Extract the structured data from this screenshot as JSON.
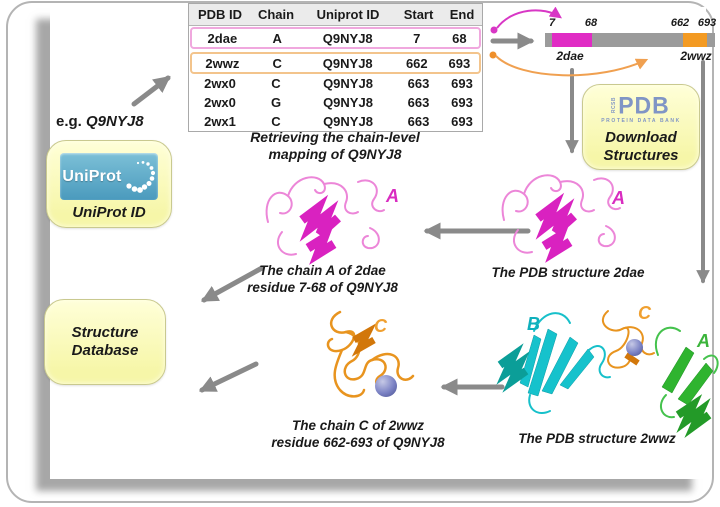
{
  "mapping_table": {
    "headers": [
      "PDB ID",
      "Chain",
      "Uniprot ID",
      "Start",
      "End"
    ],
    "rows": [
      [
        "2dae",
        "A",
        "Q9NYJ8",
        "7",
        "68"
      ],
      [
        "2wwz",
        "C",
        "Q9NYJ8",
        "662",
        "693"
      ],
      [
        "2wx0",
        "C",
        "Q9NYJ8",
        "663",
        "693"
      ],
      [
        "2wx0",
        "G",
        "Q9NYJ8",
        "663",
        "693"
      ],
      [
        "2wx1",
        "C",
        "Q9NYJ8",
        "663",
        "693"
      ]
    ],
    "caption_line1": "Retrieving the chain-level",
    "caption_line2": "mapping of Q9NYJ8"
  },
  "uniprot": {
    "example_prefix": "e.g.",
    "accession": "Q9NYJ8",
    "logo_text": "UniProt",
    "box_label": "UniProt ID"
  },
  "pdb_box": {
    "logo_side": "RCSB",
    "logo_text": "PDB",
    "logo_subtext": "PROTEIN DATA BANK",
    "label_line1": "Download",
    "label_line2": "Structures"
  },
  "sequence_bar": {
    "tick_start1": "7",
    "tick_end1": "68",
    "tick_start2": "662",
    "tick_end2": "693",
    "region1_label": "2dae",
    "region2_label": "2wwz"
  },
  "structures": {
    "pdb_2dae": {
      "chain_label": "A",
      "caption": "The PDB structure 2dae"
    },
    "chain_a_2dae": {
      "chain_label": "A",
      "caption_line1": "The chain A of 2dae",
      "caption_line2": "residue 7-68 of Q9NYJ8"
    },
    "pdb_2wwz": {
      "chain_label_b": "B",
      "chain_label_c": "C",
      "chain_label_a": "A",
      "caption": "The PDB structure 2wwz"
    },
    "chain_c_2wwz": {
      "chain_label": "C",
      "caption_line1": "The chain C of 2wwz",
      "caption_line2": "residue 662-693 of Q9NYJ8"
    }
  },
  "database_box": {
    "label_line1": "Structure",
    "label_line2": "Database"
  },
  "colors": {
    "magenta": "#d92cc0",
    "orange": "#ec9320",
    "cyan": "#14bcc6",
    "green": "#32b434",
    "gray_arrow": "#8a8a8a",
    "ion_blue": "#7b82c4",
    "uniprot_blue": "#4a9abd",
    "pdb_blue": "#8095c5",
    "box_yellow": "#f6f6a8"
  }
}
